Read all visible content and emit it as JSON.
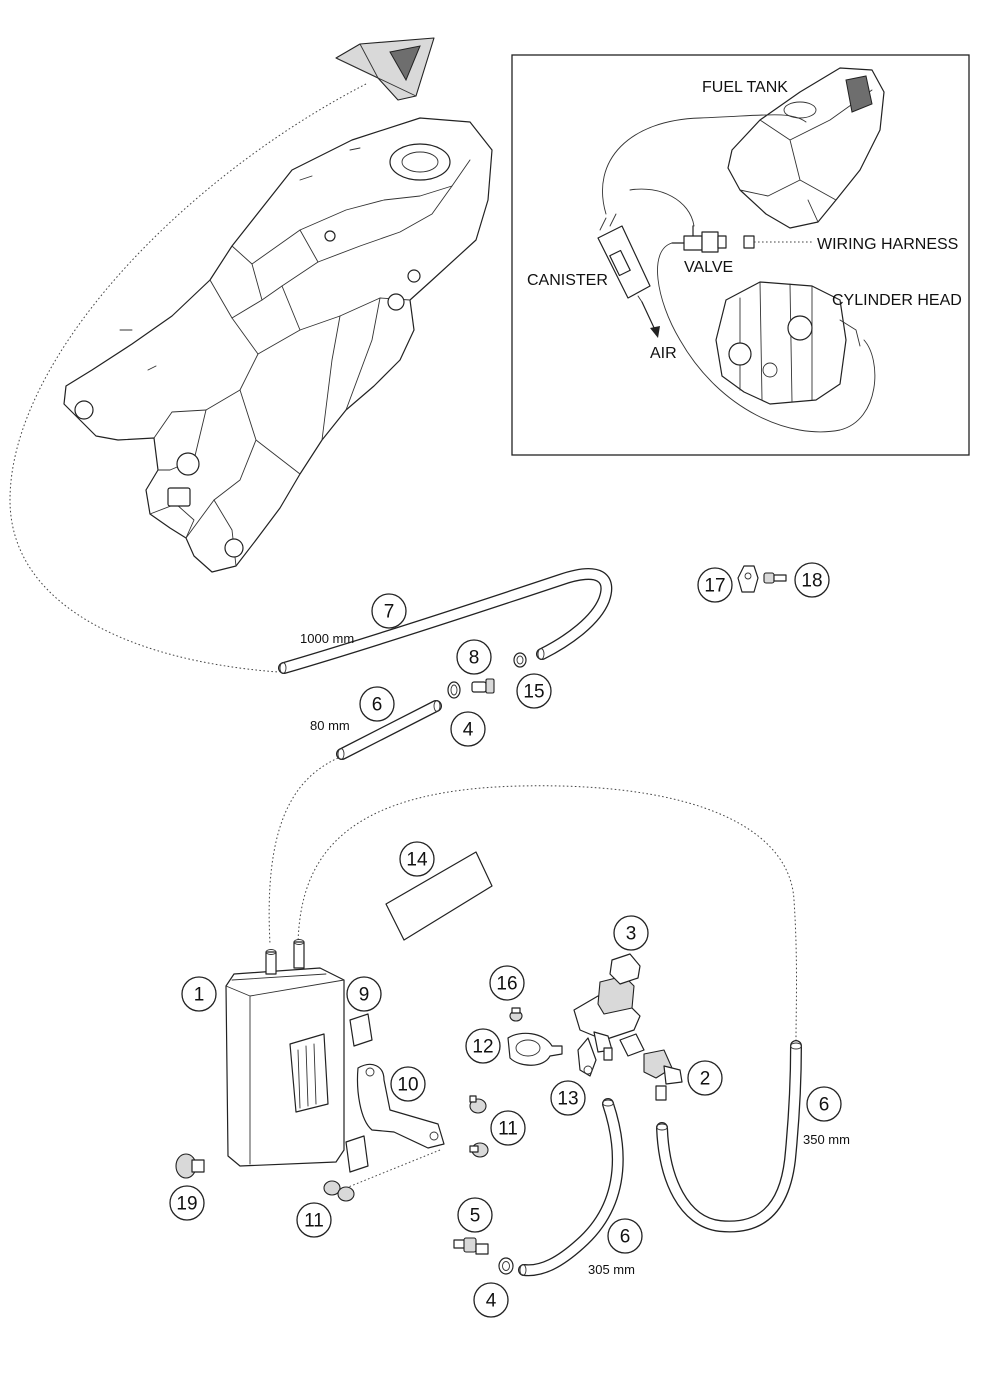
{
  "callouts": [
    {
      "id": "c1",
      "num": "1"
    },
    {
      "id": "c2",
      "num": "2"
    },
    {
      "id": "c3",
      "num": "3"
    },
    {
      "id": "c4a",
      "num": "4"
    },
    {
      "id": "c4b",
      "num": "4"
    },
    {
      "id": "c5",
      "num": "5"
    },
    {
      "id": "c6a",
      "num": "6"
    },
    {
      "id": "c6b",
      "num": "6"
    },
    {
      "id": "c6c",
      "num": "6"
    },
    {
      "id": "c7",
      "num": "7"
    },
    {
      "id": "c8",
      "num": "8"
    },
    {
      "id": "c9",
      "num": "9"
    },
    {
      "id": "c10",
      "num": "10"
    },
    {
      "id": "c11a",
      "num": "11"
    },
    {
      "id": "c11b",
      "num": "11"
    },
    {
      "id": "c12",
      "num": "12"
    },
    {
      "id": "c13",
      "num": "13"
    },
    {
      "id": "c14",
      "num": "14"
    },
    {
      "id": "c15",
      "num": "15"
    },
    {
      "id": "c16",
      "num": "16"
    },
    {
      "id": "c17",
      "num": "17"
    },
    {
      "id": "c18",
      "num": "18"
    },
    {
      "id": "c19",
      "num": "19"
    }
  ],
  "hose_lengths": {
    "hose_7": "1000 mm",
    "hose_6_short": "80 mm",
    "hose_6_right": "350 mm",
    "hose_6_bottom": "305 mm"
  },
  "inset": {
    "fuel_tank": "FUEL TANK",
    "canister": "CANISTER",
    "valve": "VALVE",
    "wiring_harness": "WIRING HARNESS",
    "cylinder_head": "CYLINDER HEAD",
    "air": "AIR"
  }
}
